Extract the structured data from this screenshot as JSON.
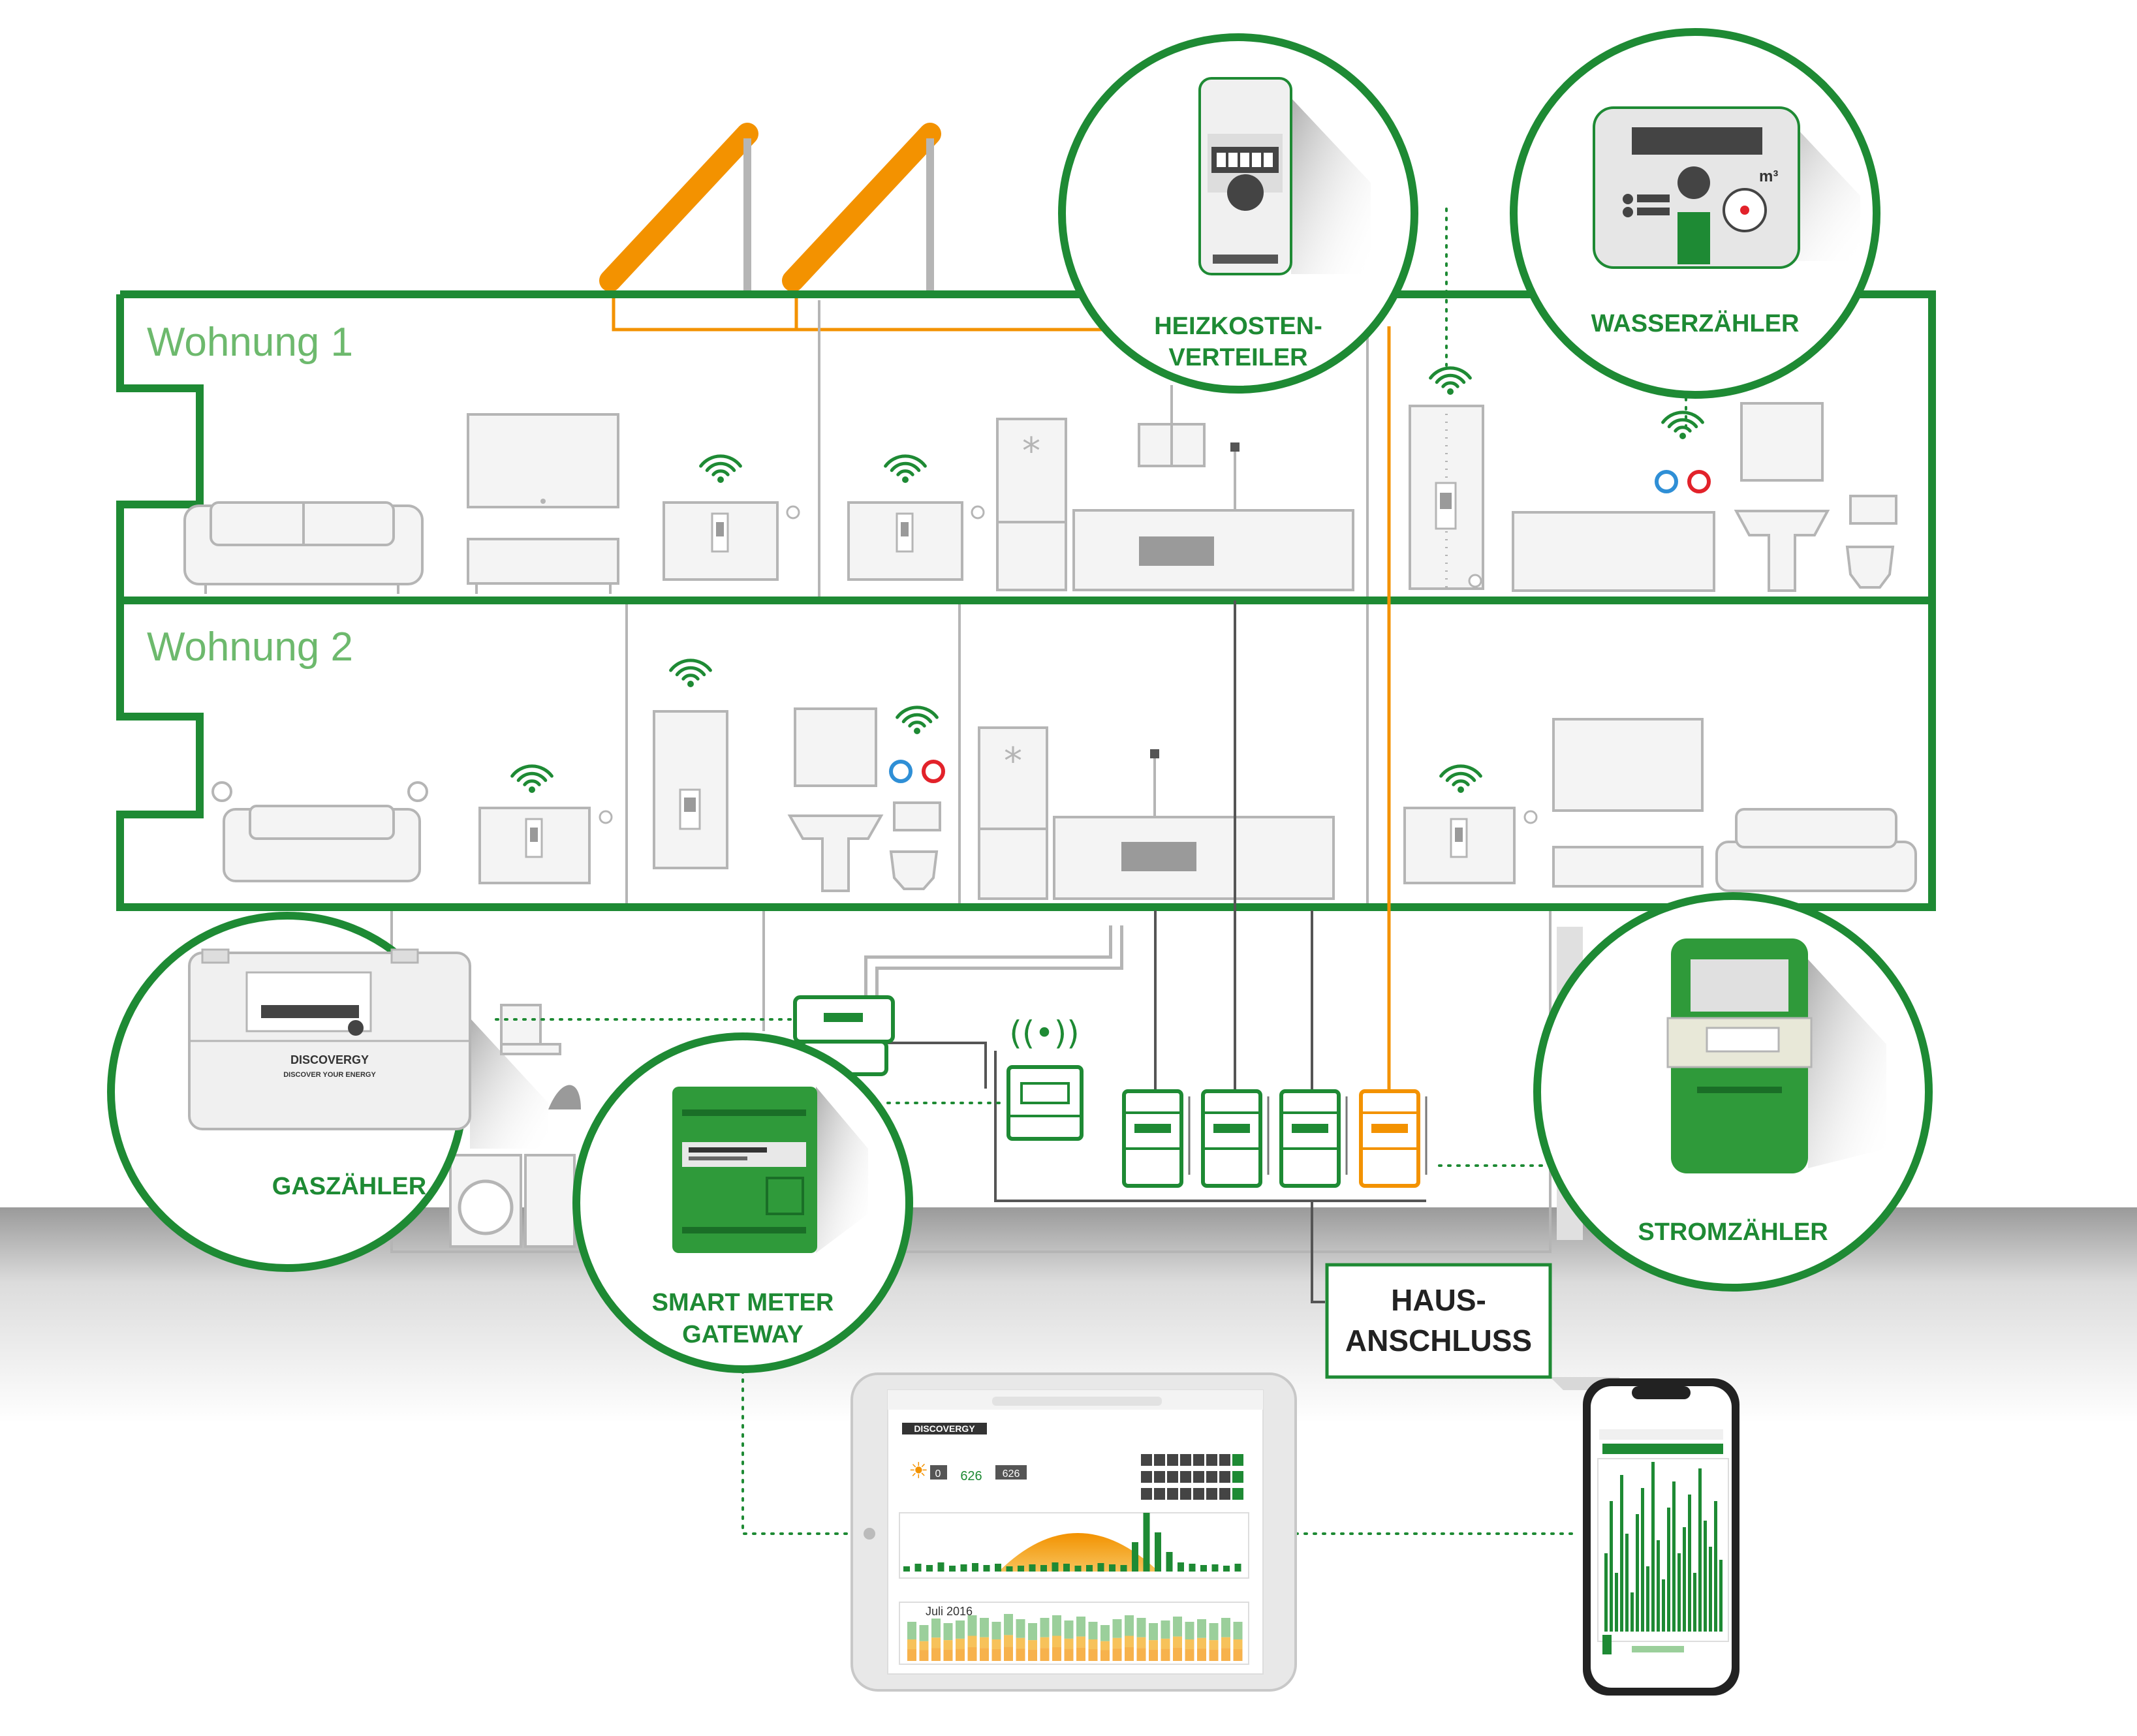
{
  "floors": {
    "upper_label": "Wohnung 1",
    "lower_label": "Wohnung 2"
  },
  "callouts": {
    "heizkosten_line1": "HEIZKOSTEN-",
    "heizkosten_line2": "VERTEILER",
    "wasser": "WASSERZÄHLER",
    "gas": "GASZÄHLER",
    "gateway_line1": "SMART METER",
    "gateway_line2": "GATEWAY",
    "strom": "STROMZÄHLER"
  },
  "hausanschluss": {
    "line1": "HAUS-",
    "line2": "ANSCHLUSS"
  },
  "devices": {
    "water_unit": "m³",
    "gas_brand": "DISCOVERGY",
    "gas_slogan": "DISCOVER YOUR ENERGY",
    "tablet_brand": "DISCOVERGY",
    "tablet_values": [
      "0",
      "626",
      "626"
    ],
    "tablet_month": "Juli 2016"
  },
  "icons": [
    "wifi-icon",
    "wireless-broadcast-icon",
    "snowflake-icon",
    "sun-cloud-icon"
  ],
  "colors": {
    "green": "#1e8a34",
    "orange": "#f39200",
    "light_green": "#6db96d",
    "gray": "#b5b5b5"
  }
}
